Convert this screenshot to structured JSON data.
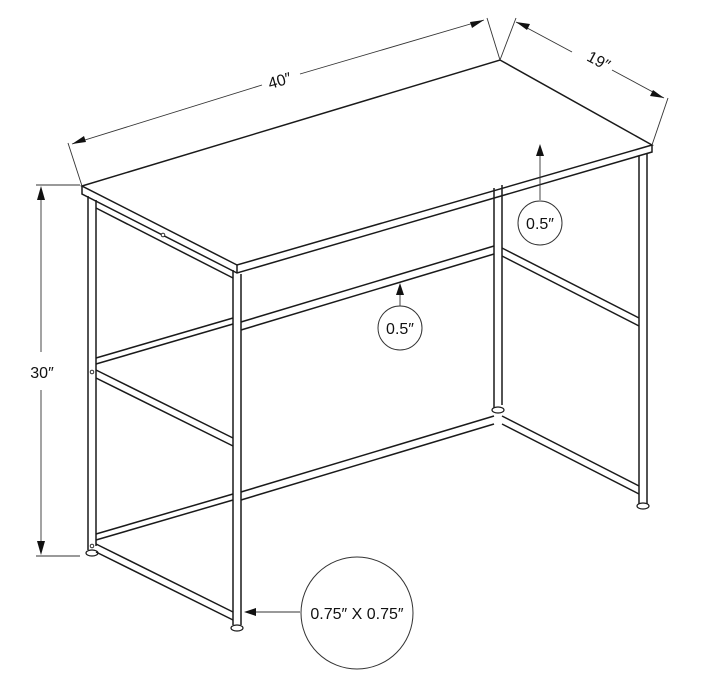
{
  "diagram": {
    "subject": "Desk",
    "colors": {
      "line": "#1a1a1a",
      "dimension": "#333333",
      "background": "#ffffff"
    },
    "dimensions": {
      "width": {
        "label": "40″",
        "value": 40,
        "unit": "in"
      },
      "depth": {
        "label": "19″",
        "value": 19,
        "unit": "in"
      },
      "height": {
        "label": "30″",
        "value": 30,
        "unit": "in"
      }
    },
    "callouts": {
      "top_thickness": {
        "label": "0.5″",
        "value": 0.5,
        "unit": "in"
      },
      "shelf_thickness": {
        "label": "0.5″",
        "value": 0.5,
        "unit": "in"
      },
      "leg_profile": {
        "label": "0.75″ X 0.75″",
        "value": [
          0.75,
          0.75
        ],
        "unit": "in"
      }
    }
  }
}
